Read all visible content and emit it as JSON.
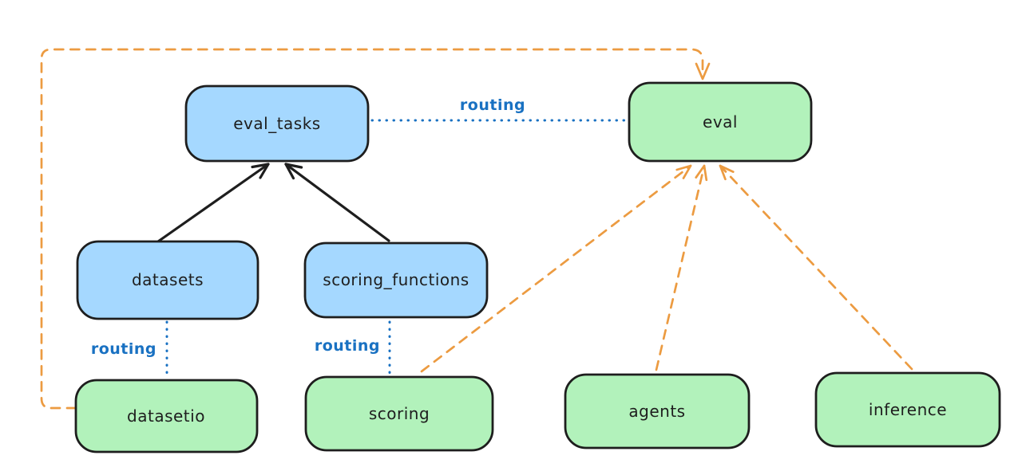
{
  "diagram": {
    "type": "architecture-graph",
    "colors": {
      "background": "#ffffff",
      "resource_fill": "#a5d8ff",
      "api_fill": "#b2f2bb",
      "node_stroke": "#1e1e1e",
      "routing_blue": "#1971c2",
      "orange": "#ec9b41"
    },
    "nodes": [
      {
        "id": "eval_tasks",
        "label": "eval_tasks",
        "kind": "resource"
      },
      {
        "id": "eval",
        "label": "eval",
        "kind": "api"
      },
      {
        "id": "datasets",
        "label": "datasets",
        "kind": "resource"
      },
      {
        "id": "scoring_functions",
        "label": "scoring_functions",
        "kind": "resource"
      },
      {
        "id": "datasetio",
        "label": "datasetio",
        "kind": "api"
      },
      {
        "id": "scoring",
        "label": "scoring",
        "kind": "api"
      },
      {
        "id": "agents",
        "label": "agents",
        "kind": "api"
      },
      {
        "id": "inference",
        "label": "inference",
        "kind": "api"
      }
    ],
    "edge_labels": [
      {
        "id": "routing-eval-tasks-to-eval",
        "text": "routing"
      },
      {
        "id": "routing-datasets-to-datasetio",
        "text": "routing"
      },
      {
        "id": "routing-scoring-functions-to-scoring",
        "text": "routing"
      }
    ],
    "edges": [
      {
        "from": "datasets",
        "to": "eval_tasks",
        "style": "solid-arrow",
        "color": "#1e1e1e"
      },
      {
        "from": "scoring_functions",
        "to": "eval_tasks",
        "style": "solid-arrow",
        "color": "#1e1e1e"
      },
      {
        "from": "eval_tasks",
        "to": "eval",
        "style": "dotted",
        "label": "routing",
        "color": "#1971c2"
      },
      {
        "from": "datasets",
        "to": "datasetio",
        "style": "dotted",
        "label": "routing",
        "color": "#1971c2"
      },
      {
        "from": "scoring_functions",
        "to": "scoring",
        "style": "dotted",
        "label": "routing",
        "color": "#1971c2"
      },
      {
        "from": "datasetio",
        "to": "eval",
        "style": "dashed-arrow",
        "color": "#ec9b41"
      },
      {
        "from": "scoring",
        "to": "eval",
        "style": "dashed-arrow",
        "color": "#ec9b41"
      },
      {
        "from": "agents",
        "to": "eval",
        "style": "dashed-arrow",
        "color": "#ec9b41"
      },
      {
        "from": "inference",
        "to": "eval",
        "style": "dashed-arrow",
        "color": "#ec9b41"
      }
    ]
  }
}
